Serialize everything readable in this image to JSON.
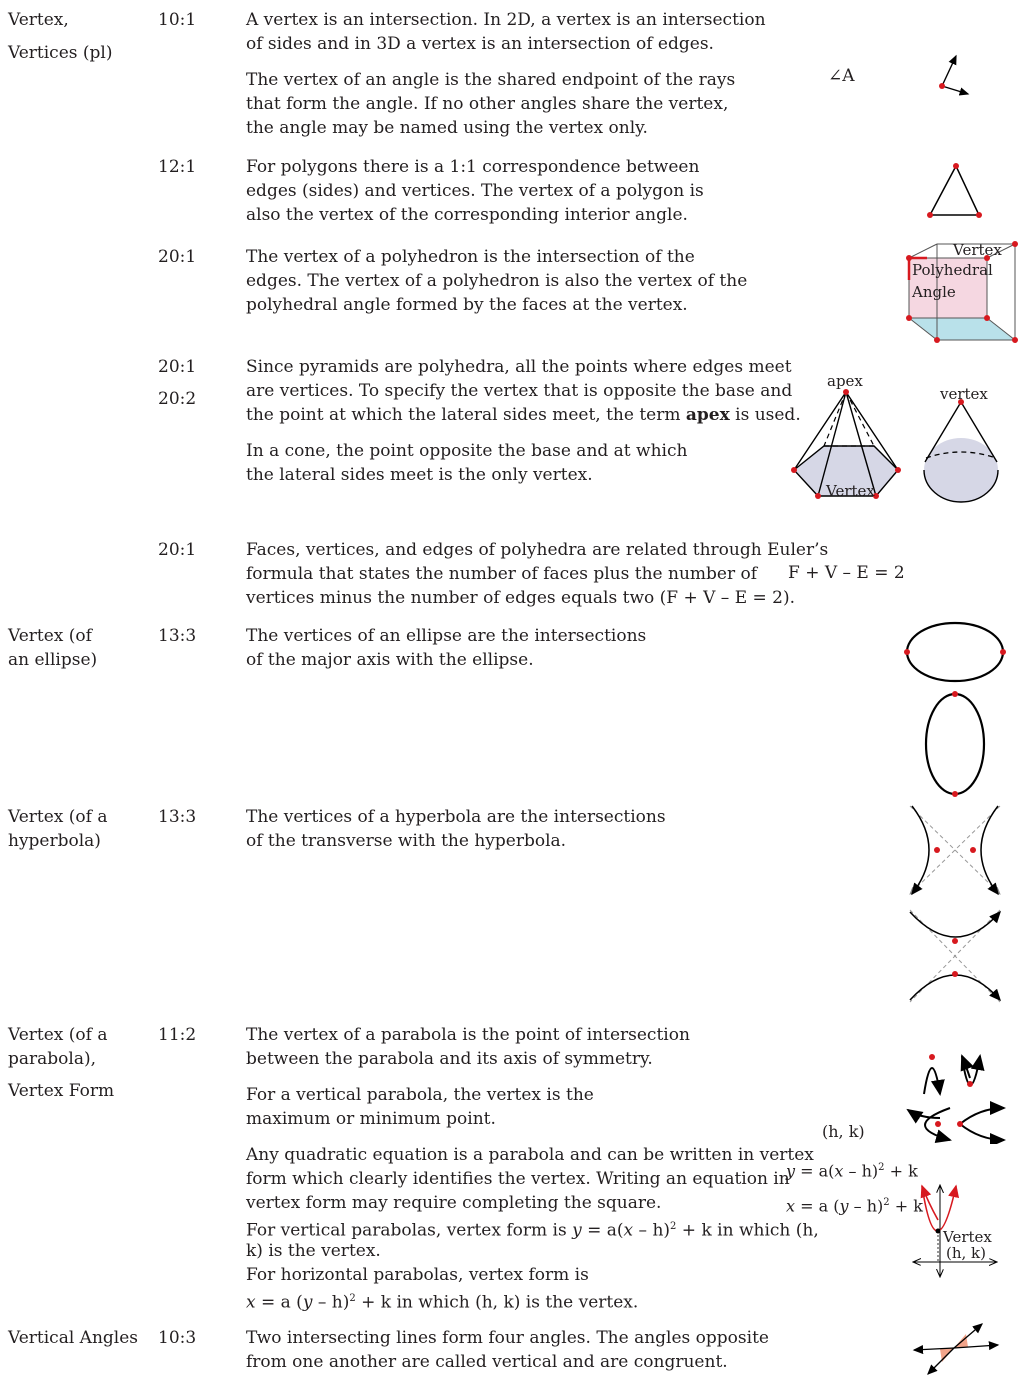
{
  "entries": [
    {
      "term_lines": [
        "Vertex,",
        "Vertices (pl)"
      ],
      "refs": [
        "10:1"
      ]
    },
    {
      "refs": [
        "12:1"
      ]
    },
    {
      "refs": [
        "20:1"
      ]
    },
    {
      "refs": [
        "20:1",
        "20:2"
      ]
    },
    {
      "refs": [
        "20:1"
      ]
    },
    {
      "term_lines": [
        "Vertex (of",
        "an ellipse)"
      ],
      "refs": [
        "13:3"
      ]
    },
    {
      "term_lines": [
        "Vertex (of a",
        "hyperbola)"
      ],
      "refs": [
        "13:3"
      ]
    },
    {
      "term_lines": [
        "Vertex (of a",
        "parabola),",
        "Vertex Form"
      ],
      "refs": [
        "11:2"
      ]
    },
    {
      "term_lines": [
        "Vertical Angles"
      ],
      "refs": [
        "10:3"
      ]
    }
  ],
  "definitions": {
    "vertex_p1": [
      "A vertex is an intersection. In 2D, a vertex is an intersection",
      "of sides and in 3D a vertex is an intersection of edges."
    ],
    "vertex_p2": [
      "The vertex of an angle is the shared endpoint of the rays",
      "that form the angle. If no other angles share the vertex,",
      "the angle may be named using the vertex only."
    ],
    "polygon": [
      "For polygons there is a 1:1 correspondence between",
      "edges (sides) and vertices. The vertex of a polygon is",
      "also the vertex of the corresponding interior angle."
    ],
    "polyhedron": [
      "The vertex of a polyhedron is the intersection of the",
      "edges. The vertex of a polyhedron is also the vertex of the",
      "polyhedral angle formed by the faces at the vertex."
    ],
    "pyramid": [
      "Since pyramids are polyhedra, all the points where edges meet",
      "are vertices. To specify the vertex that is opposite the base and"
    ],
    "pyramid_l3_pre": "the point at which the lateral sides meet, the term ",
    "pyramid_l3_bold": "apex",
    "pyramid_l3_post": " is used.",
    "cone": [
      "In a cone, the point opposite the base and at which",
      "the lateral sides meet is the only vertex."
    ],
    "euler": [
      "Faces, vertices, and edges of polyhedra are related through Euler’s",
      "formula that states the number of faces plus the number of",
      "vertices minus the number of edges equals two (F + V – E = 2)."
    ],
    "ellipse": [
      "The vertices of an ellipse are the intersections",
      "of the major axis with the ellipse."
    ],
    "hyperbola": [
      "The vertices of a hyperbola are the intersections",
      "of the transverse with the hyperbola."
    ],
    "parabola_p1": [
      "The vertex of a parabola is the point of intersection",
      "between the parabola and its axis of symmetry."
    ],
    "parabola_p2": [
      "For a vertical parabola, the vertex is the",
      "maximum or minimum point."
    ],
    "parabola_p3": [
      "Any quadratic equation is a parabola and can be written in vertex",
      "form which clearly identifies the vertex. Writing an equation in",
      "vertex form may require completing the square."
    ],
    "parabola_v1": "For vertical parabolas, vertex form is ",
    "parabola_v2": " in which (h,",
    "parabola_v3": "k) is the vertex.",
    "parabola_h1": "For horizontal parabolas, vertex form is",
    "parabola_h2": " in which (h, k) is the vertex.",
    "vertical_angles": [
      "Two intersecting lines form four angles. The angles opposite",
      "from one another are called vertical and are congruent."
    ]
  },
  "figure_labels": {
    "angle_name": "∠A",
    "cube_vertex": "Vertex",
    "cube_polyhedral": "Polyhedral",
    "cube_angle": "Angle",
    "pyramid_apex": "apex",
    "pyramid_vertex": "Vertex",
    "cone_vertex": "vertex",
    "euler_formula": "F + V – E = 2",
    "hk": "(h, k)",
    "vertex_form_y": {
      "lhs": "y",
      "mid1": " = a(",
      "var": "x",
      "mid2": " – h)",
      "exp": "2",
      "end": " + k"
    },
    "vertex_form_x": {
      "lhs": "x",
      "mid1": " = a (",
      "var": "y",
      "mid2": " – h)",
      "exp": "2",
      "end": " + k"
    },
    "graph_vertex": "Vertex",
    "graph_hk": "(h, k)"
  },
  "colors": {
    "vertex_dot": "#d7191f",
    "text": "#231f20",
    "pink_face": "#f5d7e1",
    "blue_face": "#b9e1ea",
    "base_fill": "#d6d7e6",
    "angle_fill": "#f2a48a"
  }
}
